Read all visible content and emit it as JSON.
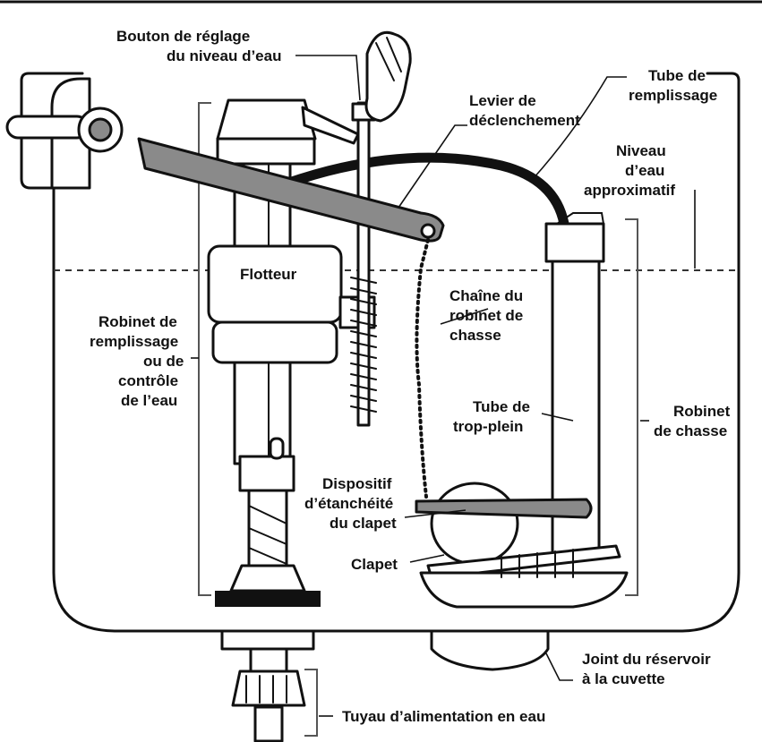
{
  "labels": {
    "bouton_line1": "Bouton de réglage",
    "bouton_line2": "du niveau d’eau",
    "tube_remp_line1": "Tube de",
    "tube_remp_line2": "remplissage",
    "levier_line1": "Levier de",
    "levier_line2": "déclenchement",
    "niveau_line1": "Niveau",
    "niveau_line2": "d’eau",
    "niveau_line3": "approximatif",
    "flotteur": "Flotteur",
    "robinet_remp_line1": "Robinet de",
    "robinet_remp_line2": "remplissage",
    "robinet_remp_line3": "ou de",
    "robinet_remp_line4": "contrôle",
    "robinet_remp_line5": "de l’eau",
    "chaine_line1": "Chaîne du",
    "chaine_line2": "robinet de",
    "chaine_line3": "chasse",
    "tube_trop_line1": "Tube de",
    "tube_trop_line2": "trop-plein",
    "robinet_chasse_line1": "Robinet",
    "robinet_chasse_line2": "de chasse",
    "dispositif_line1": "Dispositif",
    "dispositif_line2": "d’étanchéité",
    "dispositif_line3": "du clapet",
    "clapet": "Clapet",
    "joint_line1": "Joint du réservoir",
    "joint_line2": "à la cuvette",
    "tuyau": "Tuyau d’alimentation en eau"
  },
  "icons": {
    "hand": "hand-icon"
  }
}
